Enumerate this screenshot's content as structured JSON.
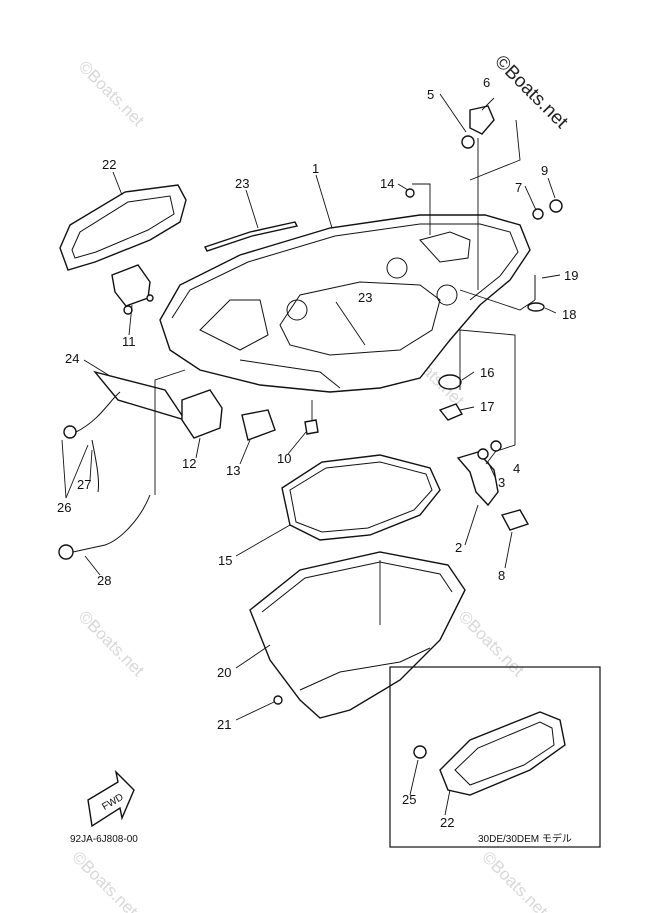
{
  "watermark": "©Boats.net",
  "diagram_code": "92JA-6J808-00",
  "fwd_label": "FWD",
  "inset_caption": "30DE/30DEM モデル",
  "callouts": {
    "p1": "1",
    "p2": "2",
    "p3": "3",
    "p4": "4",
    "p5": "5",
    "p6": "6",
    "p7": "7",
    "p8": "8",
    "p9": "9",
    "p10": "10",
    "p11": "11",
    "p12": "12",
    "p13": "13",
    "p14": "14",
    "p15": "15",
    "p16": "16",
    "p17": "17",
    "p18": "18",
    "p19": "19",
    "p20": "20",
    "p21": "21",
    "p22": "22",
    "p22b": "22",
    "p23": "23",
    "p23b": "23",
    "p24": "24",
    "p25": "25",
    "p26": "26",
    "p27": "27",
    "p28": "28"
  }
}
